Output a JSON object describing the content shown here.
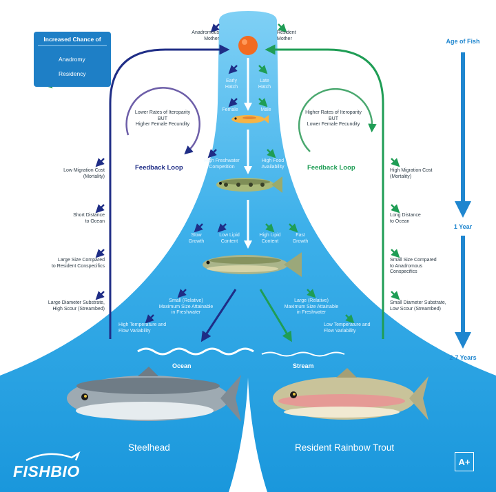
{
  "legend": {
    "title": "Increased Chance of",
    "anadromy": "Anadromy",
    "residency": "Residency"
  },
  "colors": {
    "anadromy": "#1f2d86",
    "residency": "#1f9d55",
    "water": "#29a3e1",
    "water_light": "#7fd0f5",
    "age_axis": "#1f86cf"
  },
  "top": {
    "anadromous_mother": "Anadromous\nMother",
    "resident_mother": "Resident\nMother"
  },
  "center": {
    "early_hatch": "Early\nHatch",
    "late_hatch": "Late\nHatch",
    "female": "Female",
    "male": "Male",
    "high_freshwater_competition": "High Freshwater\nCompetition",
    "high_food_availability": "High Food\nAvailability",
    "slow_growth": "Slow\nGrowth",
    "low_lipid_content": "Low Lipid\nContent",
    "high_lipid_content": "High Lipid\nContent",
    "fast_growth": "Fast\nGrowth"
  },
  "left_loop": {
    "text": "Lower Rates of Iteroparity\nBUT\nHigher Female Fecundity",
    "label": "Feedback Loop"
  },
  "right_loop": {
    "text": "Higher Rates of Iteroparity\nBUT\nLower Female Fecundity",
    "label": "Feedback Loop"
  },
  "left_factors": {
    "migration": "Low Migration Cost\n(Mortality)",
    "distance": "Short Distance\nto Ocean",
    "size": "Large Size Compared\nto Resident Conspecifics",
    "substrate": "Large Diameter Substrate,\nHigh Scour (Streambed)"
  },
  "right_factors": {
    "migration": "High Migration Cost\n(Mortality)",
    "distance": "Long Distance\nto Ocean",
    "size": "Small Size Compared\nto Anadromous\nConspecifics",
    "substrate": "Small Diameter Substrate,\nLow Scour (Streambed)"
  },
  "lower": {
    "small_size": "Small (Relative)\nMaximum Size Attainable\nin Freshwater",
    "high_temp": "High Temperature and\nFlow Variability",
    "large_size": "Large (Relative)\nMaximum Size Attainable\nin Freshwater",
    "low_temp": "Low Temperature and\nFlow Variability"
  },
  "water": {
    "ocean": "Ocean",
    "stream": "Stream"
  },
  "fish": {
    "steelhead": "Steelhead",
    "trout": "Resident Rainbow Trout"
  },
  "age": {
    "title": "Age of Fish",
    "one_year": "1 Year",
    "later": "2-7 Years"
  },
  "brand": {
    "logo": "FISHBIO",
    "mark": "A+"
  }
}
